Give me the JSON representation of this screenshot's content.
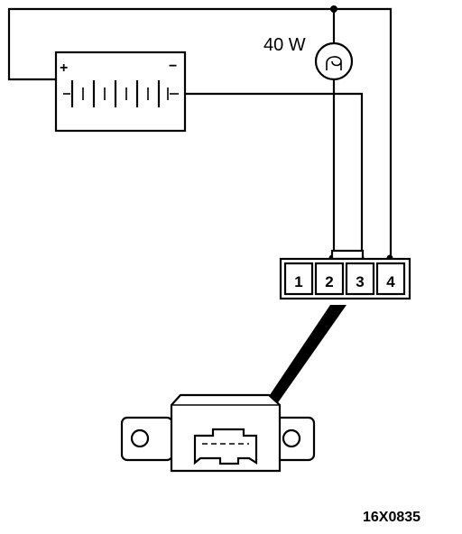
{
  "diagram": {
    "lamp": {
      "label": "40 W"
    },
    "battery": {
      "plus": "+",
      "minus": "−"
    },
    "connector": {
      "terminals": [
        "1",
        "2",
        "3",
        "4"
      ]
    },
    "figure_code": "16X0835"
  },
  "colors": {
    "ink": "#000000",
    "paper": "#ffffff"
  },
  "icons": [
    "battery-icon",
    "lamp-icon",
    "connector-icon",
    "relay-unit-icon"
  ]
}
